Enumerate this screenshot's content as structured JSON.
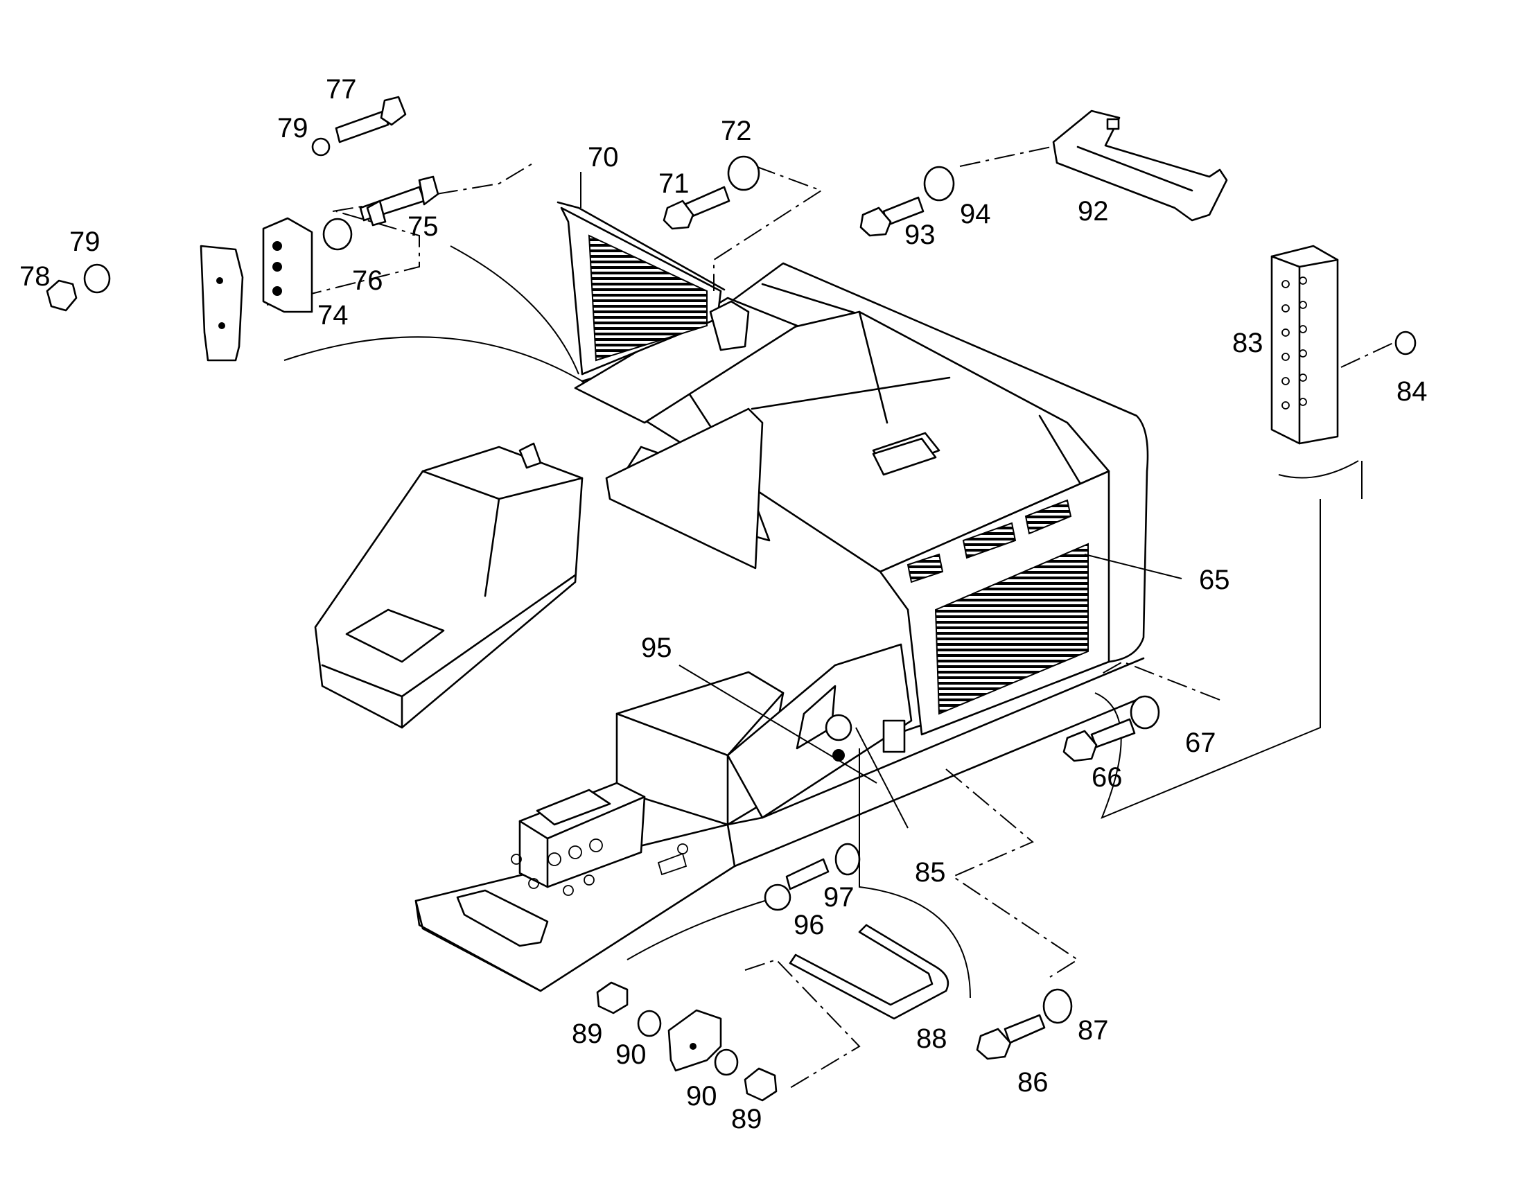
{
  "callouts": [
    {
      "id": "c65",
      "text": "65"
    },
    {
      "id": "c66",
      "text": "66"
    },
    {
      "id": "c67",
      "text": "67"
    },
    {
      "id": "c70",
      "text": "70"
    },
    {
      "id": "c71",
      "text": "71"
    },
    {
      "id": "c72",
      "text": "72"
    },
    {
      "id": "c74",
      "text": "74"
    },
    {
      "id": "c75",
      "text": "75"
    },
    {
      "id": "c76",
      "text": "76"
    },
    {
      "id": "c77",
      "text": "77"
    },
    {
      "id": "c78",
      "text": "78"
    },
    {
      "id": "c79a",
      "text": "79"
    },
    {
      "id": "c79b",
      "text": "79"
    },
    {
      "id": "c83",
      "text": "83"
    },
    {
      "id": "c84",
      "text": "84"
    },
    {
      "id": "c85",
      "text": "85"
    },
    {
      "id": "c86",
      "text": "86"
    },
    {
      "id": "c87",
      "text": "87"
    },
    {
      "id": "c88",
      "text": "88"
    },
    {
      "id": "c89a",
      "text": "89"
    },
    {
      "id": "c89b",
      "text": "89"
    },
    {
      "id": "c90a",
      "text": "90"
    },
    {
      "id": "c90b",
      "text": "90"
    },
    {
      "id": "c92",
      "text": "92"
    },
    {
      "id": "c93",
      "text": "93"
    },
    {
      "id": "c94",
      "text": "94"
    },
    {
      "id": "c95",
      "text": "95"
    },
    {
      "id": "c96",
      "text": "96"
    },
    {
      "id": "c97",
      "text": "97"
    }
  ]
}
